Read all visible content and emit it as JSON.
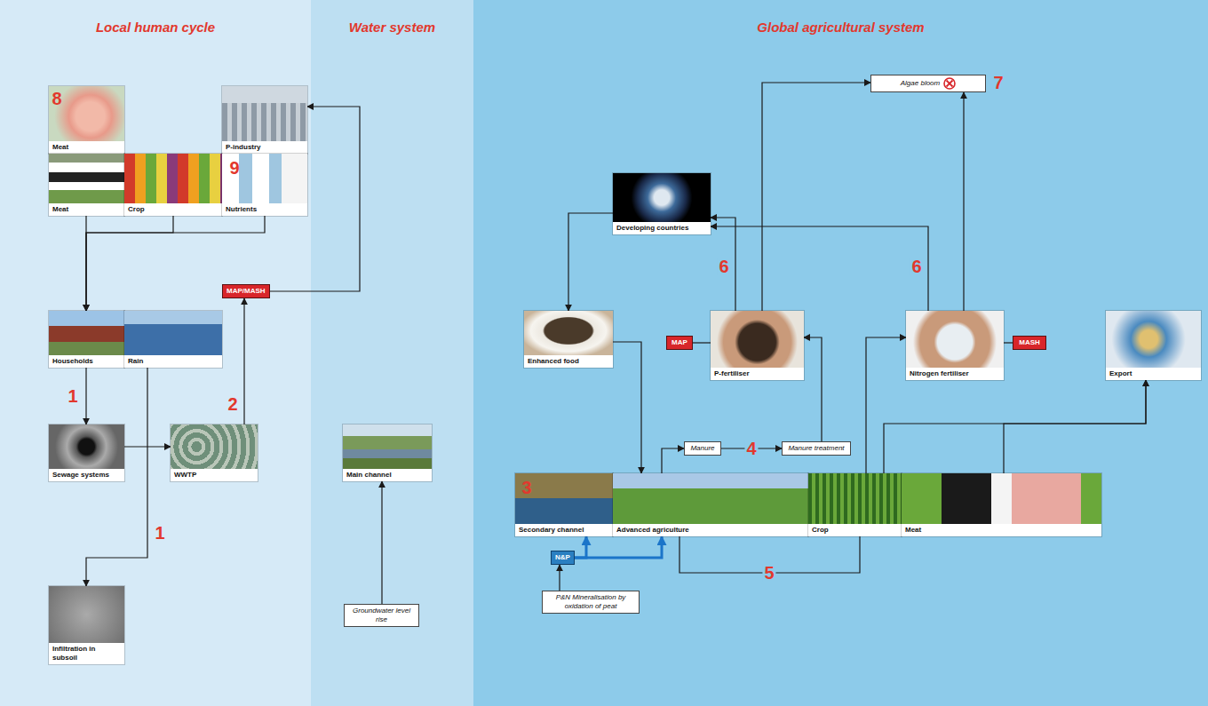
{
  "diagram": {
    "nodes": [
      {
        "text": [
          "Local human cycle"
        ]
      },
      {
        "text": [
          "Meat"
        ],
        "in": 0
      },
      {
        "text": [
          "P-industry"
        ],
        "in": 0
      },
      {
        "text": [
          "Meat"
        ],
        "in": 0
      },
      {
        "text": [
          "Crop"
        ],
        "in": 0
      },
      {
        "text": [
          "Nutrients"
        ],
        "in": 0
      },
      {
        "text": [
          "Households"
        ],
        "in": 0
      },
      {
        "text": [
          "Rain"
        ],
        "in": 0
      },
      {
        "text": [
          "MAP/MASH"
        ],
        "in": 0
      },
      {
        "text": [
          "Sewage systems"
        ],
        "in": 0
      },
      {
        "text": [
          "WWTP"
        ],
        "in": 0
      },
      {
        "text": [
          "Infiltration in subsoil"
        ],
        "in": 0
      },
      {
        "text": [
          "Water system"
        ]
      },
      {
        "text": [
          "Main channel"
        ],
        "in": 12
      },
      {
        "text": [
          "Groundwater level rise"
        ],
        "in": 12
      },
      {
        "text": [
          "Global agricultural system"
        ]
      },
      {
        "text": [
          "Algae bloom"
        ],
        "in": 15
      },
      {
        "text": [
          "Developing countries"
        ],
        "in": 15
      },
      {
        "text": [
          "Enhanced food"
        ],
        "in": 15
      },
      {
        "text": [
          "MAP"
        ],
        "in": 15
      },
      {
        "text": [
          "P-fertiliser"
        ],
        "in": 15
      },
      {
        "text": [
          "Nitrogen fertiliser"
        ],
        "in": 15
      },
      {
        "text": [
          "MASH"
        ],
        "in": 15
      },
      {
        "text": [
          "Export"
        ],
        "in": 15
      },
      {
        "text": [
          "Manure"
        ],
        "in": 15
      },
      {
        "text": [
          "Manure treatment"
        ],
        "in": 15
      },
      {
        "text": [
          "Secondary channel"
        ],
        "in": 15
      },
      {
        "text": [
          "Advanced agriculture"
        ],
        "in": 15
      },
      {
        "text": [
          "Crop"
        ],
        "in": 15
      },
      {
        "text": [
          "Meat"
        ],
        "in": 15
      },
      {
        "text": [
          "N&P"
        ],
        "in": 15
      },
      {
        "text": [
          "P&N Mineralisation by oxidation of peat"
        ],
        "in": 15
      }
    ],
    "edges": [
      {
        "from": 3,
        "to": 6,
        "arrow": "to"
      },
      {
        "from": 4,
        "to": 6,
        "arrow": "to"
      },
      {
        "from": 5,
        "to": 6,
        "arrow": "to"
      },
      {
        "from": 6,
        "to": 9,
        "arrow": "to",
        "label": "1"
      },
      {
        "from": 9,
        "to": 10,
        "arrow": "to"
      },
      {
        "from": 10,
        "to": 8,
        "arrow": "to",
        "label": "2"
      },
      {
        "from": 8,
        "to": 2,
        "arrow": "to"
      },
      {
        "from": 7,
        "to": 11,
        "arrow": "to",
        "label": "1"
      },
      {
        "from": 14,
        "to": 13,
        "arrow": "to"
      },
      {
        "from": 17,
        "to": 18,
        "arrow": "to"
      },
      {
        "from": 18,
        "to": 27,
        "arrow": "to"
      },
      {
        "from": 20,
        "to": 17,
        "arrow": "to",
        "label": "6"
      },
      {
        "from": 21,
        "to": 17,
        "arrow": "to",
        "label": "6"
      },
      {
        "from": 20,
        "to": 16,
        "arrow": "to"
      },
      {
        "from": 21,
        "to": 16,
        "arrow": "to"
      },
      {
        "from": 19,
        "to": 20,
        "arrow": "none"
      },
      {
        "from": 22,
        "to": 21,
        "arrow": "none"
      },
      {
        "from": 24,
        "to": 25,
        "arrow": "to",
        "label": "4"
      },
      {
        "from": 27,
        "to": 24,
        "arrow": "to"
      },
      {
        "from": 25,
        "to": 20,
        "arrow": "to"
      },
      {
        "from": 28,
        "to": 21,
        "arrow": "to"
      },
      {
        "from": 28,
        "to": 23,
        "arrow": "to"
      },
      {
        "from": 29,
        "to": 23,
        "arrow": "to"
      },
      {
        "from": 27,
        "to": 28,
        "arrow": "none",
        "label": "5"
      },
      {
        "from": 30,
        "to": 26,
        "arrow": "to"
      },
      {
        "from": 30,
        "to": 27,
        "arrow": "to"
      },
      {
        "from": 31,
        "to": 30,
        "arrow": "to"
      }
    ],
    "labels": [
      "8",
      "9",
      "3",
      "7"
    ]
  }
}
